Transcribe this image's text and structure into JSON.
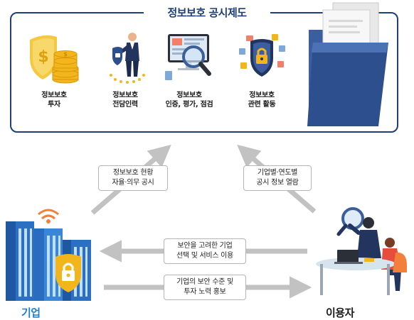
{
  "frame": {
    "title": "정보보호 공시제도"
  },
  "items": [
    {
      "icon": "gold-coin-shield-icon",
      "line1": "정보보호",
      "line2": "투자"
    },
    {
      "icon": "security-personnel-icon",
      "line1": "정보보호",
      "line2": "전담인력"
    },
    {
      "icon": "certification-magnifier-icon",
      "line1": "정보보호",
      "line2": "인증, 평가, 점검"
    },
    {
      "icon": "security-shield-lock-icon",
      "line1": "정보보호",
      "line2": "관련 활동"
    }
  ],
  "flows": {
    "company_to_disclosure": {
      "line1": "정보보호 현황",
      "line2": "자율·의무 공시"
    },
    "disclosure_to_user": {
      "line1": "기업별·연도별",
      "line2": "공시 정보 열람"
    },
    "user_to_company": {
      "line1": "보안을 고려한 기업",
      "line2": "선택 및 서비스 이용"
    },
    "company_to_user": {
      "line1": "기업의 보안 수준 및",
      "line2": "투자 노력 홍보"
    }
  },
  "actors": {
    "company": "기업",
    "user": "이용자"
  },
  "colors": {
    "navy": "#1e3f7a",
    "company_blue": "#1f7fd1",
    "arrow_gray": "#c2c2c2",
    "gold": "#f2b61c"
  }
}
